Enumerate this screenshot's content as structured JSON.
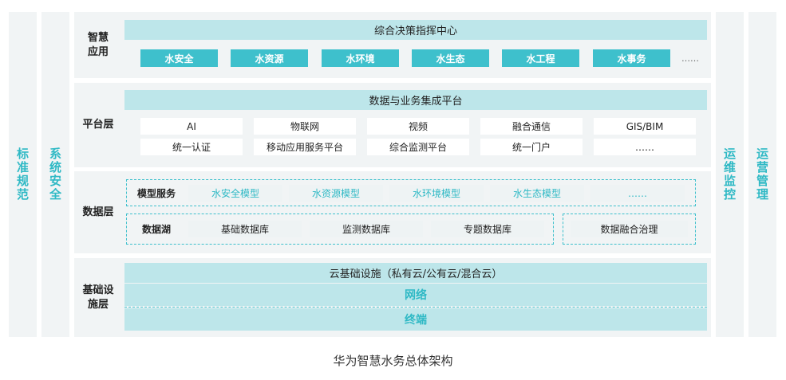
{
  "left_columns": [
    "标准规范",
    "系统安全"
  ],
  "right_columns": [
    "运维监控",
    "运营管理"
  ],
  "smart_app": {
    "label": "智慧应用",
    "banner": "综合决策指挥中心",
    "items": [
      "水安全",
      "水资源",
      "水环境",
      "水生态",
      "水工程",
      "水事务"
    ],
    "more": "……"
  },
  "platform": {
    "label": "平台层",
    "banner": "数据与业务集成平台",
    "row1": [
      "AI",
      "物联网",
      "视频",
      "融合通信",
      "GIS/BIM"
    ],
    "row2": [
      "统一认证",
      "移动应用服务平台",
      "综合监测平台",
      "统一门户",
      "……"
    ]
  },
  "data_layer": {
    "label": "数据层",
    "model_label": "模型服务",
    "models": [
      "水安全模型",
      "水资源模型",
      "水环境模型",
      "水生态模型",
      "……"
    ],
    "lake_label": "数据湖",
    "lakes": [
      "基础数据库",
      "监测数据库",
      "专题数据库"
    ],
    "governance": "数据融合治理"
  },
  "infra": {
    "label": "基础设施层",
    "banner": "云基础设施（私有云/公有云/混合云）",
    "network": "网络",
    "terminal": "终端"
  },
  "caption": "华为智慧水务总体架构",
  "colors": {
    "accent": "#3ec0cc",
    "light_band": "#bde6ea",
    "panel": "#f1f4f5"
  }
}
